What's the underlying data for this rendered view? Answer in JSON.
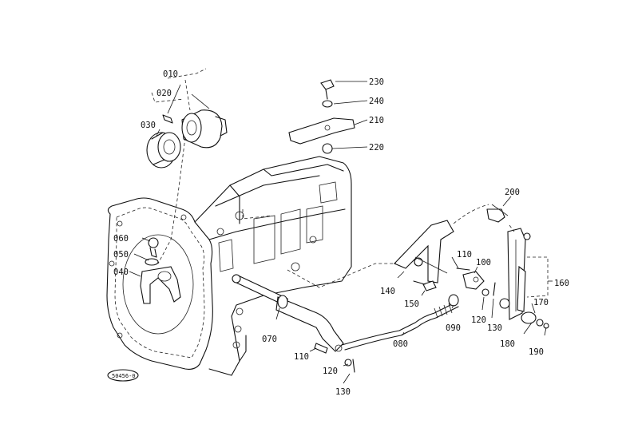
{
  "diagram": {
    "part_labels": {
      "p010": "010",
      "p020": "020",
      "p030": "030",
      "p040": "040",
      "p050": "050",
      "p060": "060",
      "p070": "070",
      "p080": "080",
      "p090": "090",
      "p100": "100",
      "p110a": "110",
      "p110b": "110",
      "p120a": "120",
      "p120b": "120",
      "p130a": "130",
      "p130b": "130",
      "p140": "140",
      "p150": "150",
      "p160": "160",
      "p170": "170",
      "p180": "180",
      "p190": "190",
      "p200": "200",
      "p210": "210",
      "p220": "220",
      "p230": "230",
      "p240": "240"
    },
    "diagram_code": "50456-0"
  }
}
